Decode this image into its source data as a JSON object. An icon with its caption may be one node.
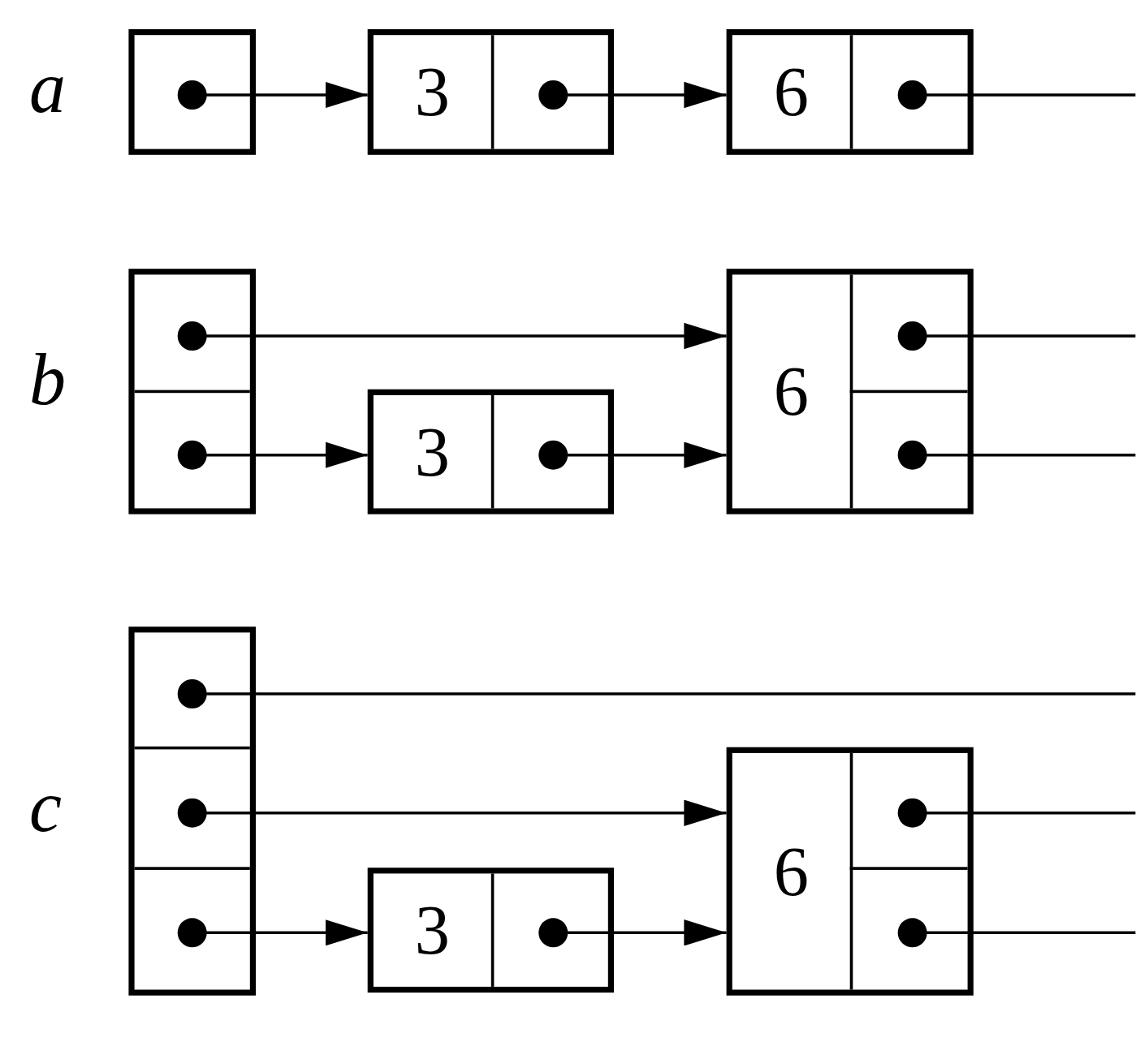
{
  "diagram": {
    "nodes": [
      {
        "text": [],
        "shape": "box"
      },
      {
        "text": [
          "3"
        ]
      },
      {
        "text": [
          "6"
        ]
      },
      {
        "text": [],
        "shape": "box"
      },
      {
        "text": [
          "3"
        ]
      },
      {
        "text": [
          "6"
        ]
      },
      {
        "text": [],
        "shape": "box"
      },
      {
        "text": [
          "3"
        ]
      },
      {
        "text": [
          "6"
        ]
      }
    ],
    "edges": [
      {
        "from": 0,
        "to": 1,
        "arrow": "to"
      },
      {
        "from": 1,
        "to": 2,
        "arrow": "to"
      },
      {
        "from": 2,
        "to": null,
        "arrow": "other"
      },
      {
        "from": 3,
        "to": 5,
        "arrow": "to"
      },
      {
        "from": 3,
        "to": 4,
        "arrow": "to"
      },
      {
        "from": 4,
        "to": 5,
        "arrow": "to"
      },
      {
        "from": 5,
        "to": null,
        "arrow": "other"
      },
      {
        "from": 5,
        "to": null,
        "arrow": "other"
      },
      {
        "from": 6,
        "to": null,
        "arrow": "other"
      },
      {
        "from": 6,
        "to": 8,
        "arrow": "to"
      },
      {
        "from": 6,
        "to": 7,
        "arrow": "to"
      },
      {
        "from": 7,
        "to": 8,
        "arrow": "to"
      },
      {
        "from": 8,
        "to": null,
        "arrow": "other"
      },
      {
        "from": 8,
        "to": null,
        "arrow": "other"
      }
    ],
    "labels": [
      "a",
      "b",
      "c"
    ]
  }
}
